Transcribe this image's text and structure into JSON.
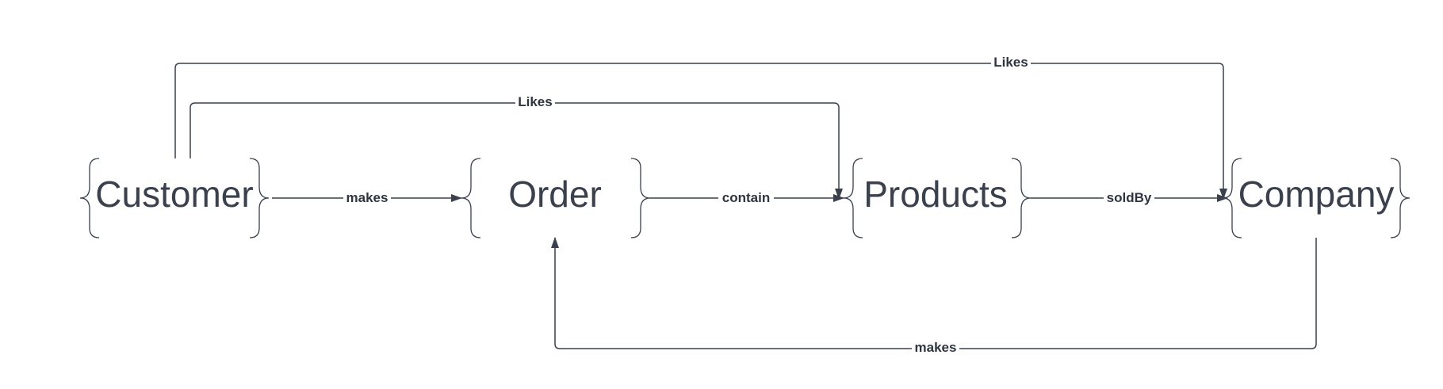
{
  "nodes": [
    {
      "id": "customer",
      "label": "Customer"
    },
    {
      "id": "order",
      "label": "Order"
    },
    {
      "id": "products",
      "label": "Products"
    },
    {
      "id": "company",
      "label": "Company"
    }
  ],
  "edges": [
    {
      "id": "customer-order",
      "from": "customer",
      "to": "order",
      "label": "makes"
    },
    {
      "id": "order-products",
      "from": "order",
      "to": "products",
      "label": "contain"
    },
    {
      "id": "products-company",
      "from": "products",
      "to": "company",
      "label": "soldBy"
    },
    {
      "id": "customer-products-likes",
      "from": "customer",
      "to": "products",
      "label": "Likes"
    },
    {
      "id": "customer-company-likes",
      "from": "customer",
      "to": "company",
      "label": "Likes"
    },
    {
      "id": "company-order",
      "from": "company",
      "to": "order",
      "label": "makes"
    }
  ],
  "colors": {
    "stroke": "#3a414c",
    "text": "#3a414c",
    "background": "#ffffff"
  }
}
